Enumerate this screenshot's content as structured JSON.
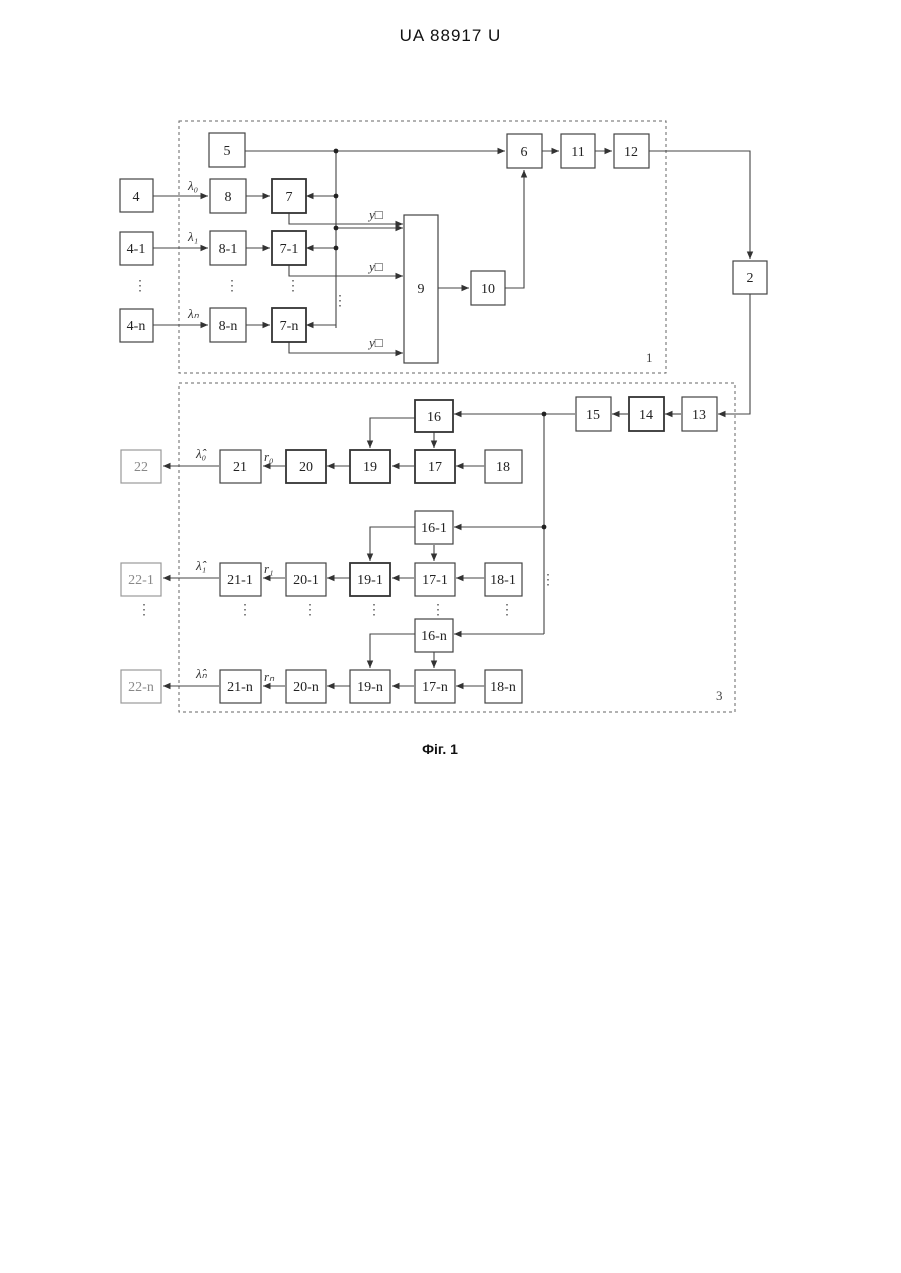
{
  "header": {
    "patent_number": "UA   88917   U"
  },
  "caption": "Фіг. 1",
  "groups": {
    "g1": "1",
    "g3": "3"
  },
  "blocks": {
    "b2": "2",
    "b4": "4",
    "b4_1": "4-1",
    "b4_n": "4-n",
    "b5": "5",
    "b6": "6",
    "b7": "7",
    "b7_1": "7-1",
    "b7_n": "7-n",
    "b8": "8",
    "b8_1": "8-1",
    "b8_n": "8-n",
    "b9": "9",
    "b10": "10",
    "b11": "11",
    "b12": "12",
    "b13": "13",
    "b14": "14",
    "b15": "15",
    "b16": "16",
    "b16_1": "16-1",
    "b16_n": "16-n",
    "b17": "17",
    "b17_1": "17-1",
    "b17_n": "17-n",
    "b18": "18",
    "b18_1": "18-1",
    "b18_n": "18-n",
    "b19": "19",
    "b19_1": "19-1",
    "b19_n": "19-n",
    "b20": "20",
    "b20_1": "20-1",
    "b20_n": "20-n",
    "b21": "21",
    "b21_1": "21-1",
    "b21_n": "21-n",
    "b22": "22",
    "b22_1": "22-1",
    "b22_n": "22-n"
  },
  "signal_labels": {
    "lambda0": "λ₀",
    "lambda1": "λ₁",
    "lambdan": "λₙ",
    "lambda_hat0": "λ̂₀",
    "lambda_hat1": "λ̂₁",
    "lambda_hatn": "λ̂ₙ",
    "r0": "r₀",
    "r1": "r₁",
    "rn": "rₙ",
    "y0": "y□",
    "y1": "y□",
    "yn": "y□"
  },
  "ellipsis": "⋮"
}
